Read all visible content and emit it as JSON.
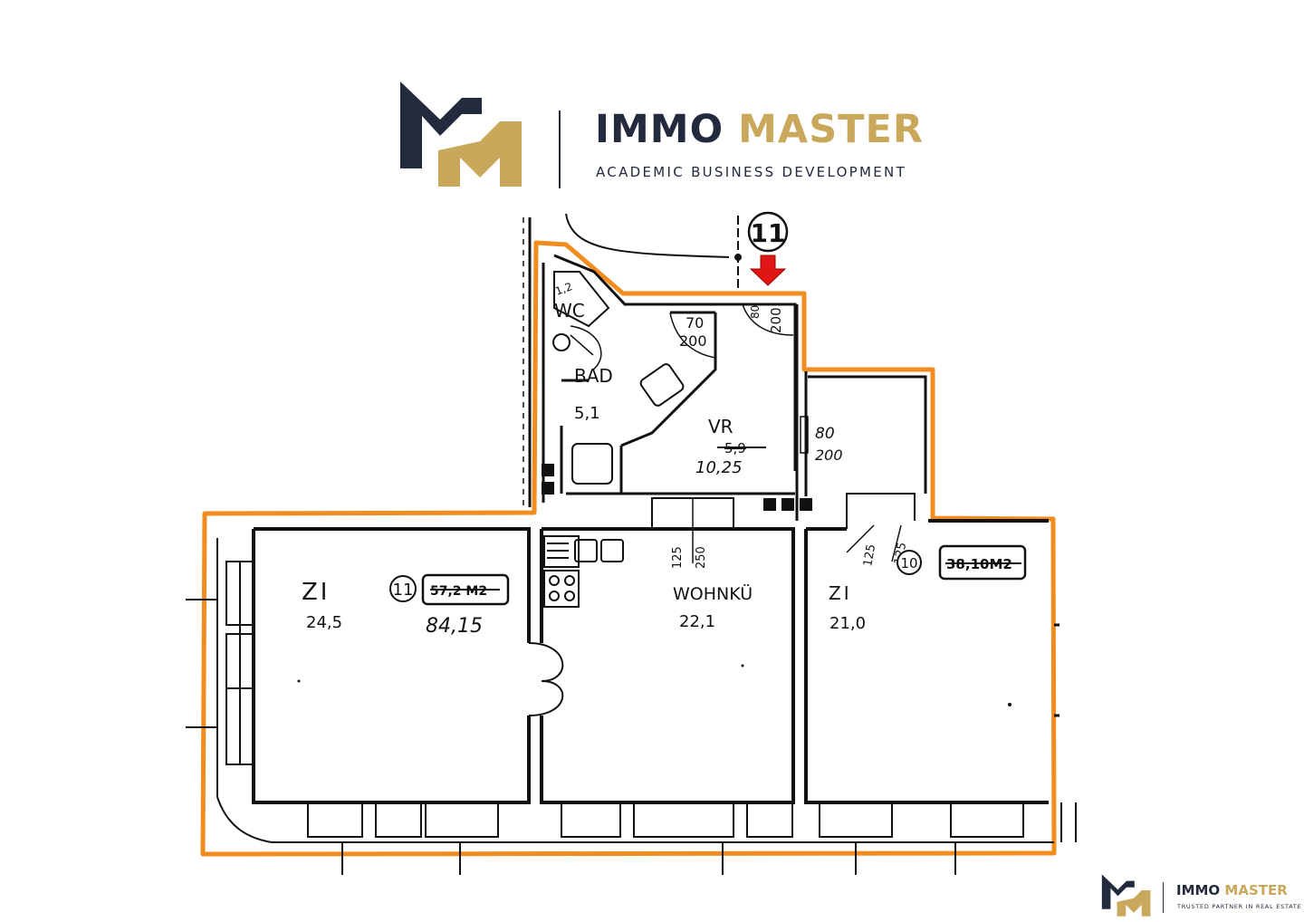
{
  "brand": {
    "name_part1": "IMMO",
    "name_part2": "MASTER",
    "tagline": "ACADEMIC BUSINESS  DEVELOPMENT",
    "footer_tagline": "TRUSTED PARTNER IN REAL ESTATE",
    "colors": {
      "navy": "#232a3d",
      "gold": "#c9a85b",
      "outline": "#f28c1e",
      "entrance_arrow": "#e01515"
    }
  },
  "plan": {
    "unit_number": "11",
    "neighbor_unit_number": "10",
    "total_area_old": "57,2 M2",
    "total_area_new": "84,15",
    "neighbor_area_old": "38,10M2",
    "rooms": {
      "wc": {
        "label": "WC"
      },
      "bad": {
        "label": "BAD",
        "area": "5,1"
      },
      "vr": {
        "label": "VR",
        "area_old": "5,9",
        "area_new": "10,25"
      },
      "zi_left": {
        "label": "ZI",
        "area": "24,5"
      },
      "wohnkueche": {
        "label": "WOHNKÜ",
        "area": "22,1"
      },
      "zi_right": {
        "label": "ZI",
        "area": "21,0"
      }
    },
    "dimensions": {
      "wc_note": "1,2",
      "door_bad_w": "70",
      "door_bad_h": "200",
      "entrance_w": "80",
      "entrance_h": "200",
      "door_zi_w": "80",
      "door_zi_h": "200",
      "opening_a": "125",
      "opening_b": "250",
      "opening_c": "125",
      "opening_d": "125"
    }
  }
}
